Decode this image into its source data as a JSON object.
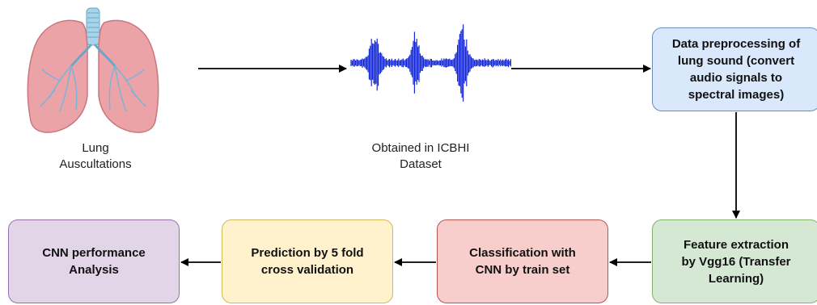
{
  "labels": {
    "lung": "Lung\nAuscultations",
    "dataset": "Obtained in ICBHI\nDataset"
  },
  "steps": {
    "preprocessing": "Data preprocessing of\nlung sound (convert\naudio signals to\nspectral images)",
    "feature": "Feature extraction\nby Vgg16 (Transfer\nLearning)",
    "classification": "Classification with\nCNN by train set",
    "prediction": "Prediction by 5 fold\ncross validation",
    "analysis": "CNN performance\nAnalysis"
  },
  "colors": {
    "preprocessing": "#dae8fc",
    "feature": "#d5e8d4",
    "classification": "#f8cecc",
    "prediction": "#fff2cc",
    "analysis": "#e1d5e7",
    "waveform": "#1428d8",
    "lung": "#e8a0a4"
  },
  "icons": {
    "lungs": "lungs-icon",
    "waveform": "audio-waveform-icon"
  }
}
